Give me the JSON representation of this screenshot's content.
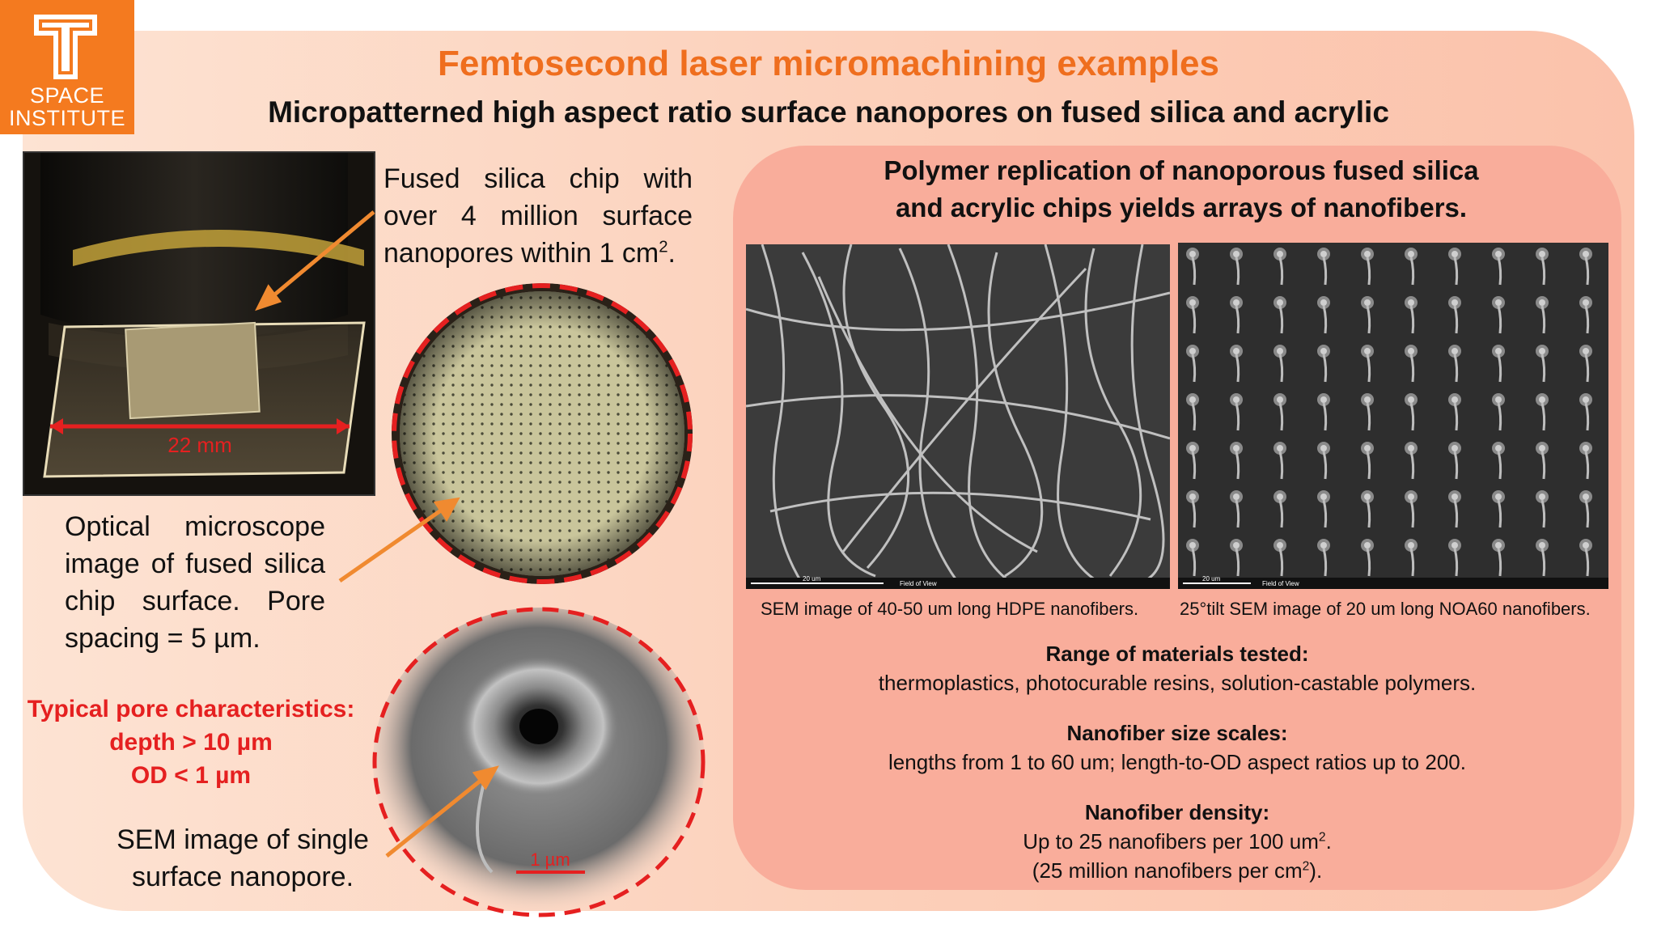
{
  "logo": {
    "line1": "SPACE",
    "line2": "INSTITUTE",
    "brand_color": "#f47a1f"
  },
  "header": {
    "title": "Femtosecond laser micromachining examples",
    "subtitle": "Micropatterned high aspect ratio surface nanopores on fused silica and acrylic"
  },
  "left": {
    "chip_scale_label": "22 mm",
    "chip_desc_lines": [
      "Fused silica chip with",
      "over 4 million surface"
    ],
    "chip_desc_last": "nanopores within 1 cm",
    "chip_desc_sup": "2",
    "chip_desc_end": ".",
    "optical_lines": [
      "Optical microscope",
      "image of fused silica",
      "chip surface. Pore"
    ],
    "optical_last": "spacing = 5 µm.",
    "pore_title": "Typical pore characteristics:",
    "pore_depth": "depth > 10 µm",
    "pore_od": "OD < 1 µm",
    "sem_desc_1": "SEM image of single",
    "sem_desc_2": "surface nanopore.",
    "sem_scale_label": "1 µm"
  },
  "right": {
    "heading_1": "Polymer replication of nanoporous fused silica",
    "heading_2": "and acrylic chips yields arrays of nanofibers.",
    "sem_bar_text": "20 um",
    "sem_field_text": "Field of View",
    "caption_hdpe": "SEM image of 40-50 um long HDPE nanofibers.",
    "caption_noa": "25°tilt SEM image of 20 um long NOA60  nanofibers.",
    "range_title": "Range of materials tested:",
    "range_text": "thermoplastics, photocurable resins, solution-castable polymers.",
    "size_title": "Nanofiber size scales:",
    "size_text": "lengths from 1 to 60 um; length-to-OD aspect ratios up to 200.",
    "density_title": "Nanofiber density:",
    "density_line1": "Up to 25 nanofibers per 100 um",
    "density_line1_sup": "2",
    "density_line1_end": ".",
    "density_line2": "(25 million nanofibers per cm",
    "density_line2_sup": "2",
    "density_line2_end": ")."
  },
  "colors": {
    "title_orange": "#ef6e1e",
    "pore_red": "#e52020",
    "arrow_orange": "#f08a30"
  }
}
